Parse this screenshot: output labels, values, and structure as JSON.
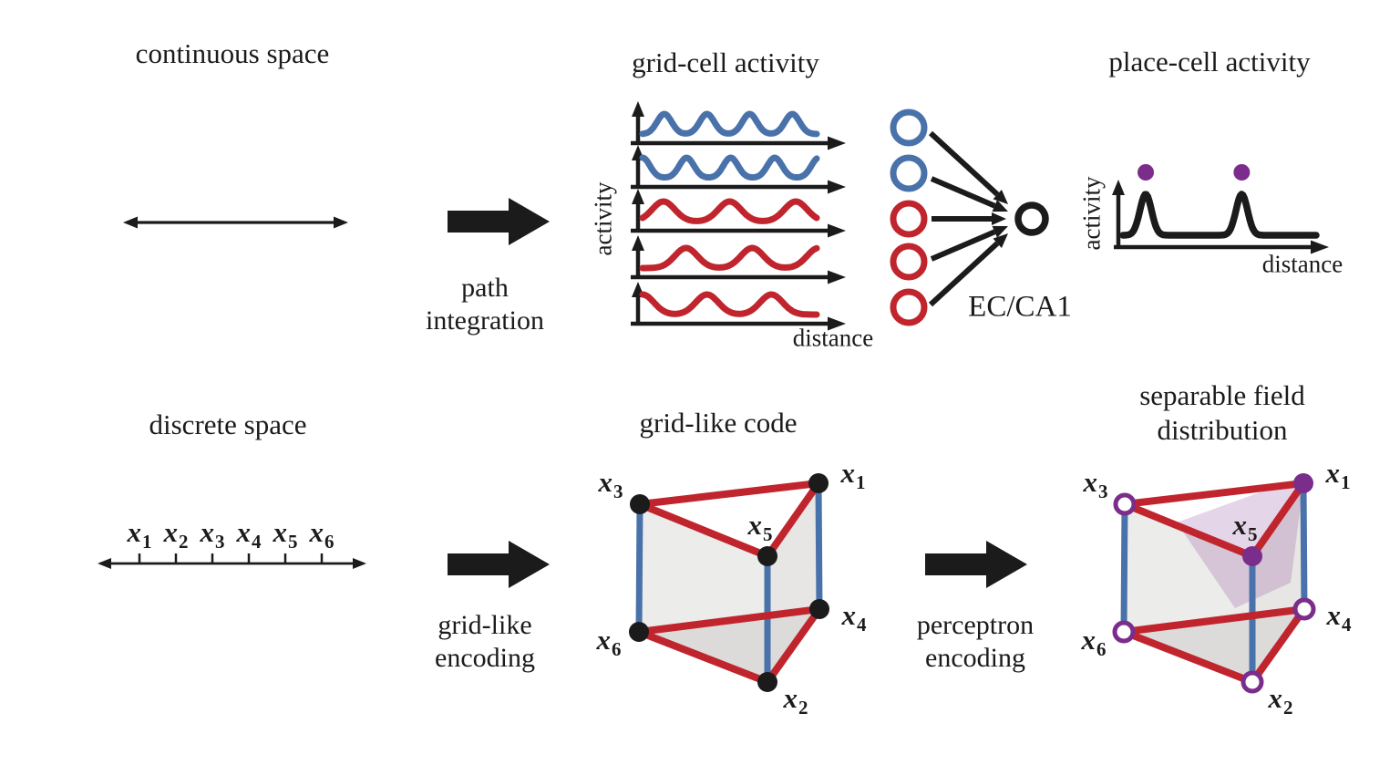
{
  "palette": {
    "blue": "#4a72aa",
    "red": "#c0252e",
    "purple": "#7b2d8b",
    "purple_region_fill": "rgba(123,45,139,0.20)",
    "ink": "#1b1b1b",
    "face_light": "#ececea",
    "face_mid": "#e7e6e4",
    "face_dark": "#dcdbd9"
  },
  "panels": {
    "continuous_space": {
      "title": "continuous space"
    },
    "path_integration": {
      "line1": "path",
      "line2": "integration"
    },
    "grid_cell_activity": {
      "title": "grid-cell activity",
      "ylabel": "activity",
      "xlabel": "distance",
      "waves": [
        {
          "name": "grid-cell-wave-1",
          "color": "blue",
          "peak_centers": [
            0.125,
            0.37,
            0.615,
            0.86
          ],
          "peak_sigma": 0.042
        },
        {
          "name": "grid-cell-wave-2",
          "color": "blue",
          "peak_centers": [
            0.0,
            0.253,
            0.506,
            0.759,
            1.012
          ],
          "peak_sigma": 0.042
        },
        {
          "name": "grid-cell-wave-3",
          "color": "red",
          "peak_centers": [
            0.12,
            0.5,
            0.88
          ],
          "peak_sigma": 0.065
        },
        {
          "name": "grid-cell-wave-4",
          "color": "red",
          "peak_centers": [
            0.25,
            0.63,
            1.01
          ],
          "peak_sigma": 0.065
        },
        {
          "name": "grid-cell-wave-5",
          "color": "red",
          "peak_centers": [
            0.0,
            0.37,
            0.74
          ],
          "peak_sigma": 0.065
        }
      ]
    },
    "projection": {
      "label": "EC/CA1",
      "input_cells": [
        "blue",
        "blue",
        "red",
        "red",
        "red"
      ],
      "output_cell": "black"
    },
    "place_cell_activity": {
      "title": "place-cell activity",
      "ylabel": "activity",
      "xlabel": "distance",
      "peak_centers": [
        0.118,
        0.615
      ],
      "peak_sigma": 0.03,
      "field_dot_count": 2
    },
    "discrete_space": {
      "title": "discrete space",
      "points": [
        {
          "base": "x",
          "sub": "1"
        },
        {
          "base": "x",
          "sub": "2"
        },
        {
          "base": "x",
          "sub": "3"
        },
        {
          "base": "x",
          "sub": "4"
        },
        {
          "base": "x",
          "sub": "5"
        },
        {
          "base": "x",
          "sub": "6"
        }
      ]
    },
    "grid_like_encoding": {
      "line1": "grid-like",
      "line2": "encoding"
    },
    "grid_like_code": {
      "title": "grid-like code",
      "vertices": [
        {
          "id": "x1",
          "base": "x",
          "sub": "1",
          "style": "filled-black"
        },
        {
          "id": "x2",
          "base": "x",
          "sub": "2",
          "style": "filled-black"
        },
        {
          "id": "x3",
          "base": "x",
          "sub": "3",
          "style": "filled-black"
        },
        {
          "id": "x4",
          "base": "x",
          "sub": "4",
          "style": "filled-black"
        },
        {
          "id": "x5",
          "base": "x",
          "sub": "5",
          "style": "filled-black"
        },
        {
          "id": "x6",
          "base": "x",
          "sub": "6",
          "style": "filled-black"
        }
      ]
    },
    "perceptron_encoding": {
      "line1": "perceptron",
      "line2": "encoding"
    },
    "separable_field": {
      "title_line1": "separable field",
      "title_line2": "distribution",
      "vertices": [
        {
          "id": "x1",
          "base": "x",
          "sub": "1",
          "style": "filled-purple"
        },
        {
          "id": "x2",
          "base": "x",
          "sub": "2",
          "style": "open-purple"
        },
        {
          "id": "x3",
          "base": "x",
          "sub": "3",
          "style": "open-purple"
        },
        {
          "id": "x4",
          "base": "x",
          "sub": "4",
          "style": "open-purple"
        },
        {
          "id": "x5",
          "base": "x",
          "sub": "5",
          "style": "filled-purple"
        },
        {
          "id": "x6",
          "base": "x",
          "sub": "6",
          "style": "open-purple"
        }
      ]
    }
  }
}
